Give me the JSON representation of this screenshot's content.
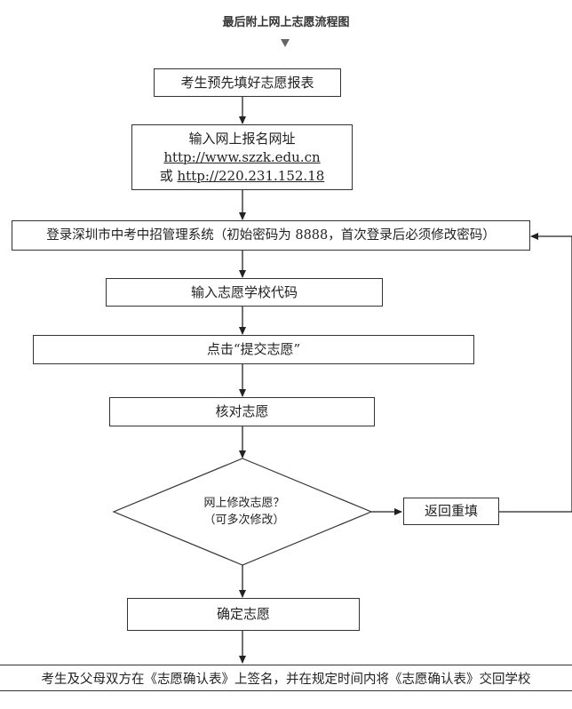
{
  "title": "最后附上网上志愿流程图",
  "steps": {
    "prefill": "考生预先填好志愿报表",
    "input_url_title": "输入网上报名网址",
    "url1": "http://www.szzk.edu.cn",
    "url2_prefix": "或",
    "url2": "http://220.231.152.18",
    "login": "登录深圳市中考中招管理系统（初始密码为 8888，首次登录后必须修改密码）",
    "school_code": "输入志愿学校代码",
    "submit": "点击“提交志愿”",
    "verify": "核对志愿",
    "decision_line1": "网上修改志愿？",
    "decision_line2": "（可多次修改）",
    "refill": "返回重填",
    "confirm": "确定志愿",
    "sign": "考生及父母双方在《志愿确认表》上签名，并在规定时间内将《志愿确认表》交回学校"
  }
}
